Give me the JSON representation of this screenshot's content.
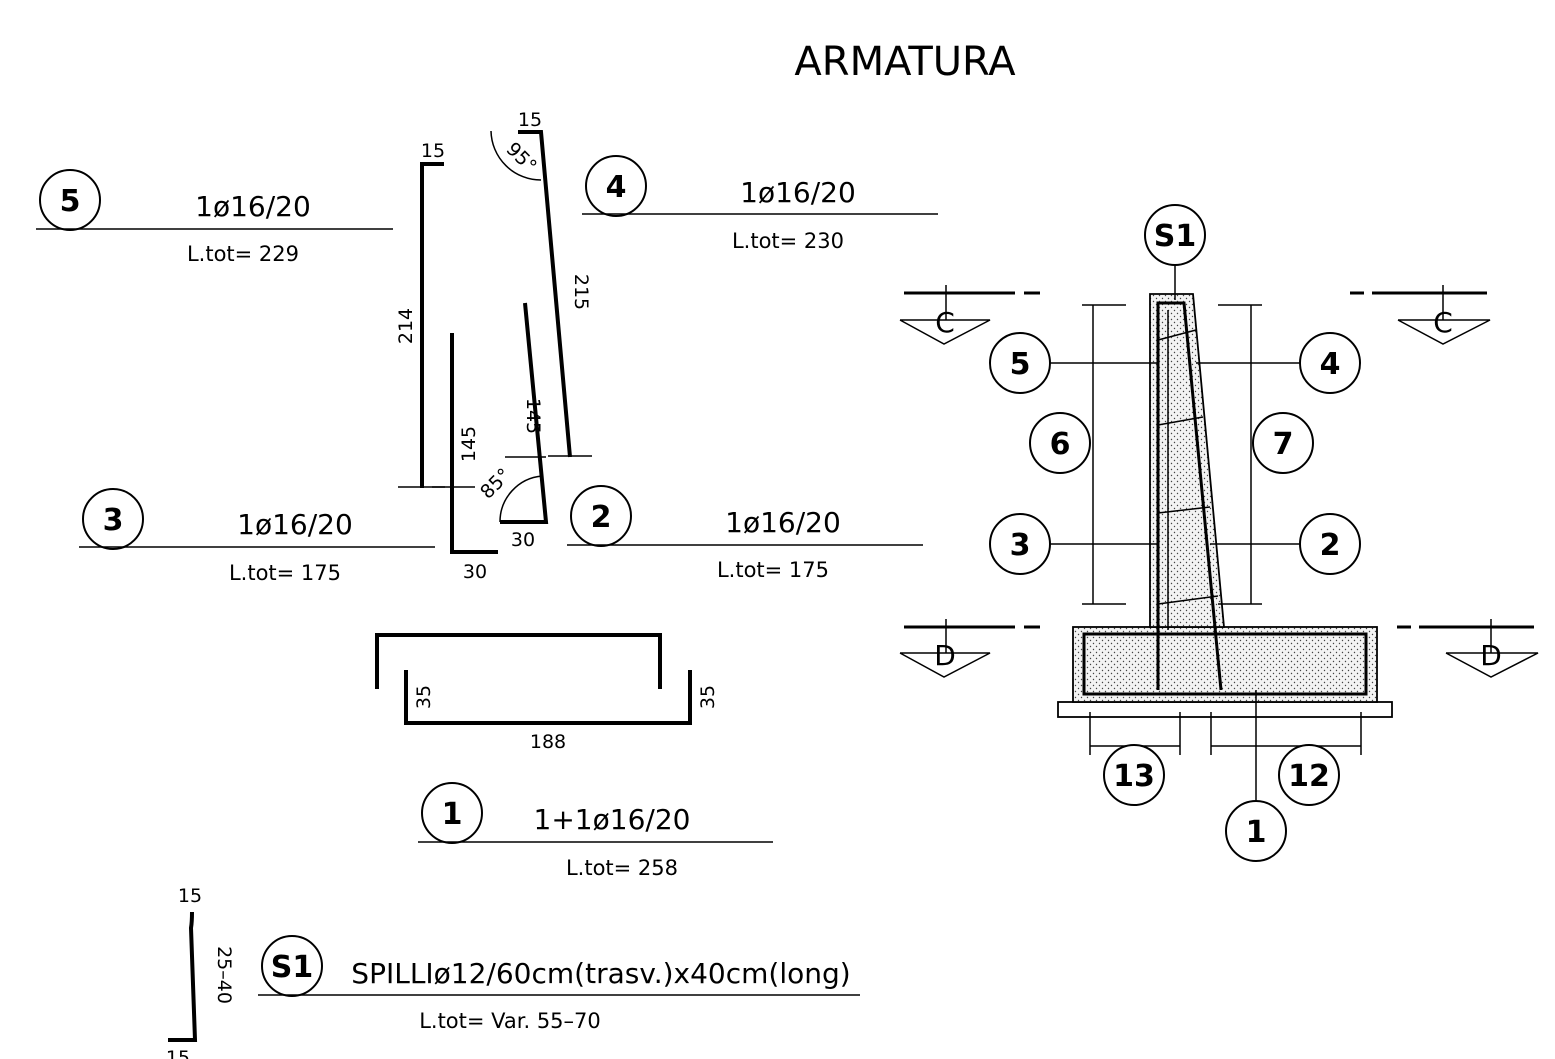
{
  "title": "ARMATURA",
  "bars": [
    {
      "mark": "1",
      "spec": "1+1ø16/20",
      "ltot": "L.tot= 258",
      "dims": [
        "35",
        "35",
        "188"
      ]
    },
    {
      "mark": "2",
      "spec": "1ø16/20",
      "ltot": "L.tot= 175",
      "dims": [
        "145",
        "30",
        "85°"
      ]
    },
    {
      "mark": "3",
      "spec": "1ø16/20",
      "ltot": "L.tot= 175",
      "dims": [
        "145",
        "30"
      ]
    },
    {
      "mark": "4",
      "spec": "1ø16/20",
      "ltot": "L.tot= 230",
      "dims": [
        "15",
        "215",
        "95°"
      ]
    },
    {
      "mark": "5",
      "spec": "1ø16/20",
      "ltot": "L.tot= 229",
      "dims": [
        "15",
        "214"
      ]
    },
    {
      "mark": "S1",
      "spec": "SPILLIø12/60cm(trasv.)x40cm(long)",
      "ltot": "L.tot= Var.  55–70",
      "dims": [
        "15",
        "25–40",
        "15"
      ]
    }
  ],
  "section": {
    "cuts": [
      "C",
      "C",
      "D",
      "D"
    ],
    "callouts": [
      "S1",
      "5",
      "4",
      "6",
      "7",
      "3",
      "2",
      "13",
      "12",
      "1"
    ]
  }
}
